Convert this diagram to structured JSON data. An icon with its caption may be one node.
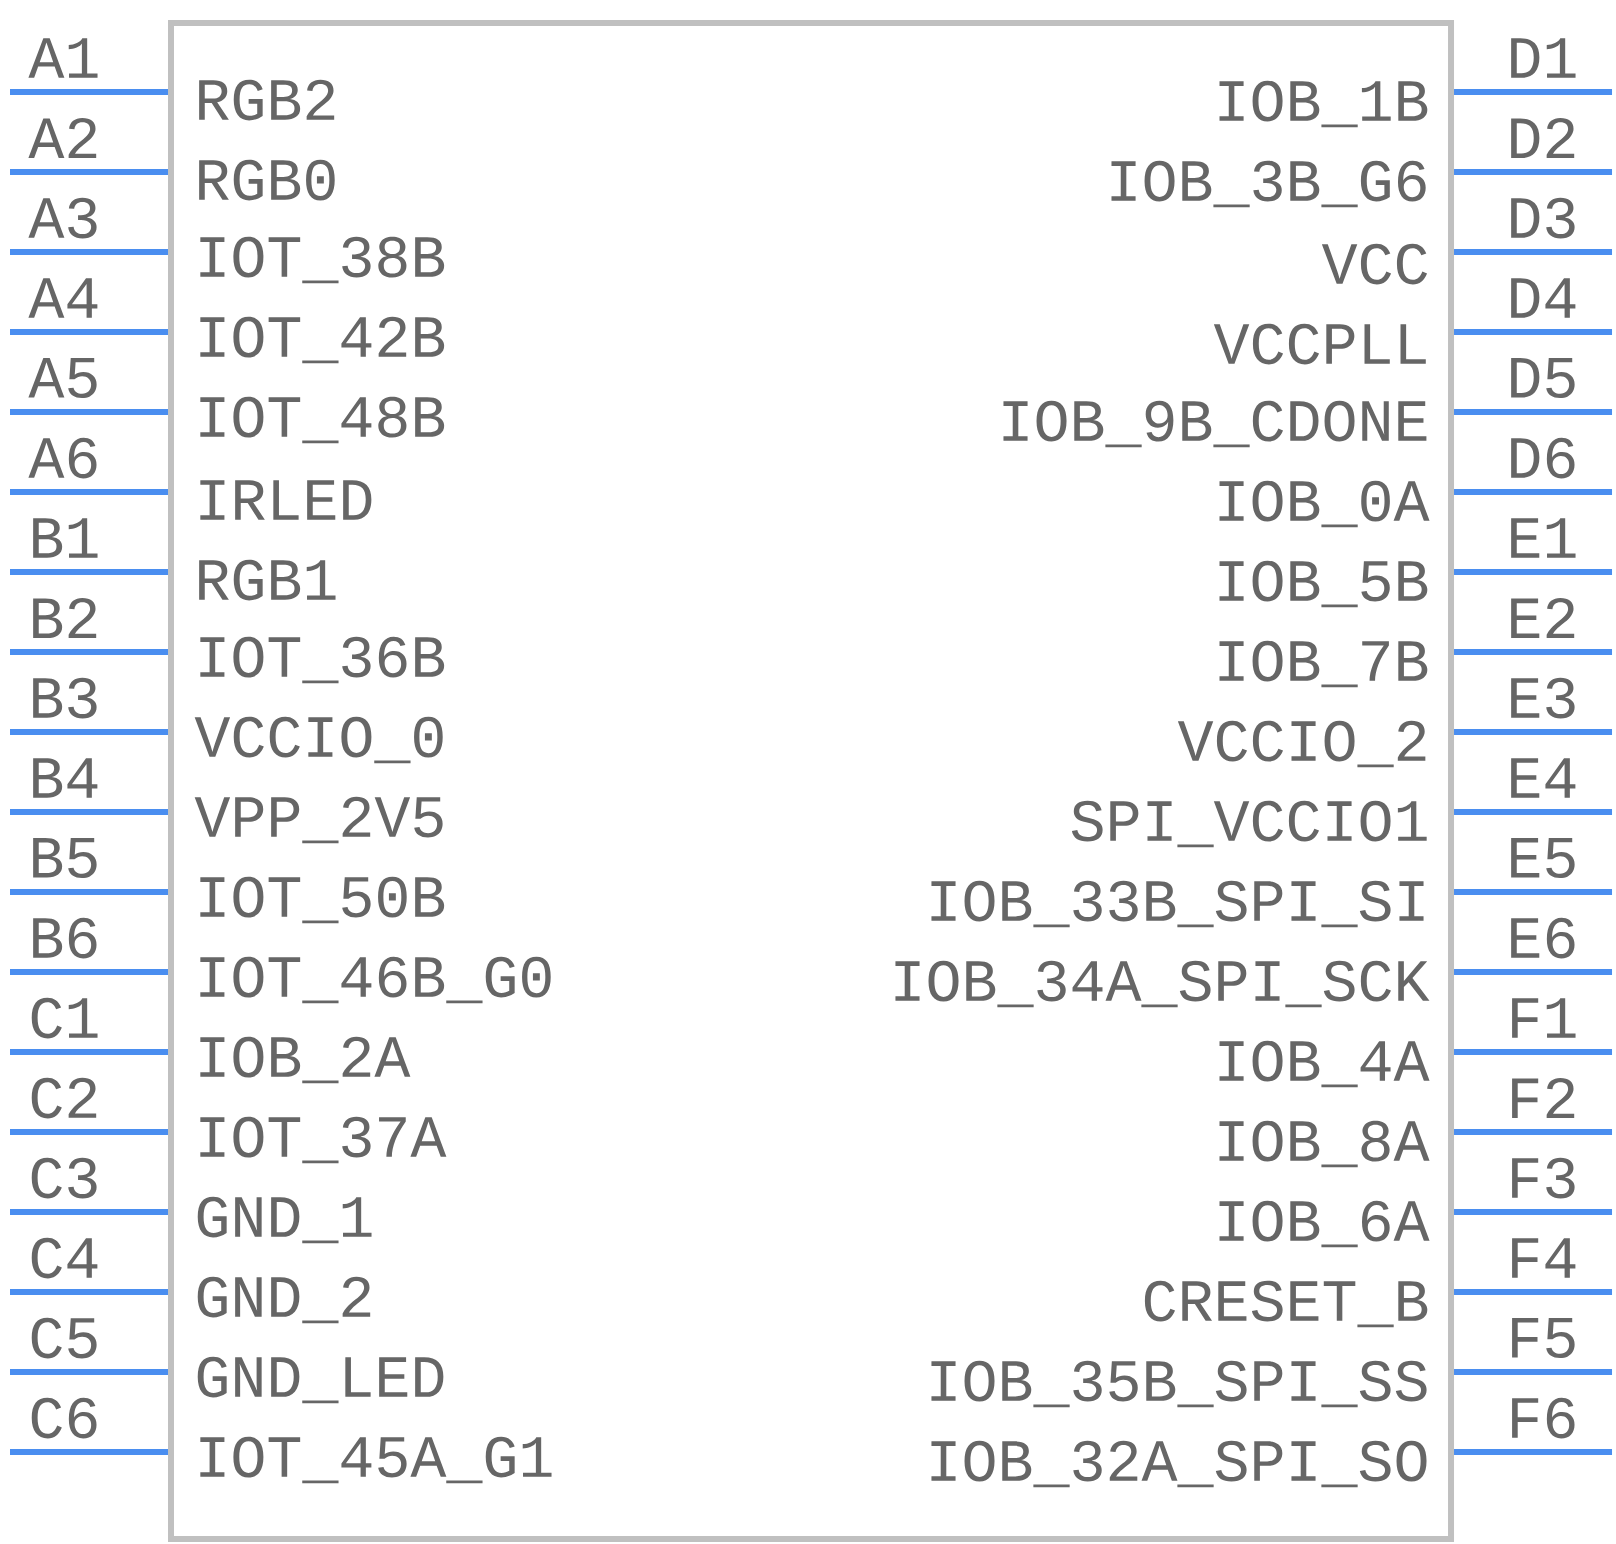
{
  "diagram": {
    "nodes": [
      {
        "text": [],
        "shape": "box"
      },
      {
        "text": [
          "RGB2"
        ],
        "in": 0
      },
      {
        "text": [
          "RGB0"
        ],
        "in": 0
      },
      {
        "text": [
          "IOT_38B"
        ],
        "in": 0
      },
      {
        "text": [
          "IOT_42B"
        ],
        "in": 0
      },
      {
        "text": [
          "IOT_48B"
        ],
        "in": 0
      },
      {
        "text": [
          "IRLED"
        ],
        "in": 0
      },
      {
        "text": [
          "RGB1"
        ],
        "in": 0
      },
      {
        "text": [
          "IOT_36B"
        ],
        "in": 0
      },
      {
        "text": [
          "VCCIO_0"
        ],
        "in": 0
      },
      {
        "text": [
          "VPP_2V5"
        ],
        "in": 0
      },
      {
        "text": [
          "IOT_50B"
        ],
        "in": 0
      },
      {
        "text": [
          "IOT_46B_G0"
        ],
        "in": 0
      },
      {
        "text": [
          "IOB_2A"
        ],
        "in": 0
      },
      {
        "text": [
          "IOT_37A"
        ],
        "in": 0
      },
      {
        "text": [
          "GND_1"
        ],
        "in": 0
      },
      {
        "text": [
          "GND_2"
        ],
        "in": 0
      },
      {
        "text": [
          "GND_LED"
        ],
        "in": 0
      },
      {
        "text": [
          "IOT_45A_G1"
        ],
        "in": 0
      },
      {
        "text": [
          "IOB_1B"
        ],
        "in": 0
      },
      {
        "text": [
          "IOB_3B_G6"
        ],
        "in": 0
      },
      {
        "text": [
          "VCC"
        ],
        "in": 0
      },
      {
        "text": [
          "VCCPLL"
        ],
        "in": 0
      },
      {
        "text": [
          "IOB_9B_CDONE"
        ],
        "in": 0
      },
      {
        "text": [
          "IOB_0A"
        ],
        "in": 0
      },
      {
        "text": [
          "IOB_5B"
        ],
        "in": 0
      },
      {
        "text": [
          "IOB_7B"
        ],
        "in": 0
      },
      {
        "text": [
          "VCCIO_2"
        ],
        "in": 0
      },
      {
        "text": [
          "SPI_VCCIO1"
        ],
        "in": 0
      },
      {
        "text": [
          "IOB_33B_SPI_SI"
        ],
        "in": 0
      },
      {
        "text": [
          "IOB_34A_SPI_SCK"
        ],
        "in": 0
      },
      {
        "text": [
          "IOB_4A"
        ],
        "in": 0
      },
      {
        "text": [
          "IOB_8A"
        ],
        "in": 0
      },
      {
        "text": [
          "IOB_6A"
        ],
        "in": 0
      },
      {
        "text": [
          "CRESET_B"
        ],
        "in": 0
      },
      {
        "text": [
          "IOB_35B_SPI_SS"
        ],
        "in": 0
      },
      {
        "text": [
          "IOB_32A_SPI_SO"
        ],
        "in": 0
      }
    ],
    "edges": [
      {
        "from": null,
        "to": 1,
        "arrow": "none",
        "label": "A1"
      },
      {
        "from": null,
        "to": 2,
        "arrow": "none",
        "label": "A2"
      },
      {
        "from": null,
        "to": 3,
        "arrow": "none",
        "label": "A3"
      },
      {
        "from": null,
        "to": 4,
        "arrow": "none",
        "label": "A4"
      },
      {
        "from": null,
        "to": 5,
        "arrow": "none",
        "label": "A5"
      },
      {
        "from": null,
        "to": 6,
        "arrow": "none",
        "label": "A6"
      },
      {
        "from": null,
        "to": 7,
        "arrow": "none",
        "label": "B1"
      },
      {
        "from": null,
        "to": 8,
        "arrow": "none",
        "label": "B2"
      },
      {
        "from": null,
        "to": 9,
        "arrow": "none",
        "label": "B3"
      },
      {
        "from": null,
        "to": 10,
        "arrow": "none",
        "label": "B4"
      },
      {
        "from": null,
        "to": 11,
        "arrow": "none",
        "label": "B5"
      },
      {
        "from": null,
        "to": 12,
        "arrow": "none",
        "label": "B6"
      },
      {
        "from": null,
        "to": 13,
        "arrow": "none",
        "label": "C1"
      },
      {
        "from": null,
        "to": 14,
        "arrow": "none",
        "label": "C2"
      },
      {
        "from": null,
        "to": 15,
        "arrow": "none",
        "label": "C3"
      },
      {
        "from": null,
        "to": 16,
        "arrow": "none",
        "label": "C4"
      },
      {
        "from": null,
        "to": 17,
        "arrow": "none",
        "label": "C5"
      },
      {
        "from": null,
        "to": 18,
        "arrow": "none",
        "label": "C6"
      },
      {
        "from": null,
        "to": 19,
        "arrow": "none",
        "label": "D1"
      },
      {
        "from": null,
        "to": 20,
        "arrow": "none",
        "label": "D2"
      },
      {
        "from": null,
        "to": 21,
        "arrow": "none",
        "label": "D3"
      },
      {
        "from": null,
        "to": 22,
        "arrow": "none",
        "label": "D4"
      },
      {
        "from": null,
        "to": 23,
        "arrow": "none",
        "label": "D5"
      },
      {
        "from": null,
        "to": 24,
        "arrow": "none",
        "label": "D6"
      },
      {
        "from": null,
        "to": 25,
        "arrow": "none",
        "label": "E1"
      },
      {
        "from": null,
        "to": 26,
        "arrow": "none",
        "label": "E2"
      },
      {
        "from": null,
        "to": 27,
        "arrow": "none",
        "label": "E3"
      },
      {
        "from": null,
        "to": 28,
        "arrow": "none",
        "label": "E4"
      },
      {
        "from": null,
        "to": 29,
        "arrow": "none",
        "label": "E5"
      },
      {
        "from": null,
        "to": 30,
        "arrow": "none",
        "label": "E6"
      },
      {
        "from": null,
        "to": 31,
        "arrow": "none",
        "label": "F1"
      },
      {
        "from": null,
        "to": 32,
        "arrow": "none",
        "label": "F2"
      },
      {
        "from": null,
        "to": 33,
        "arrow": "none",
        "label": "F3"
      },
      {
        "from": null,
        "to": 34,
        "arrow": "none",
        "label": "F4"
      },
      {
        "from": null,
        "to": 35,
        "arrow": "none",
        "label": "F5"
      },
      {
        "from": null,
        "to": 36,
        "arrow": "none",
        "label": "F6"
      }
    ]
  }
}
